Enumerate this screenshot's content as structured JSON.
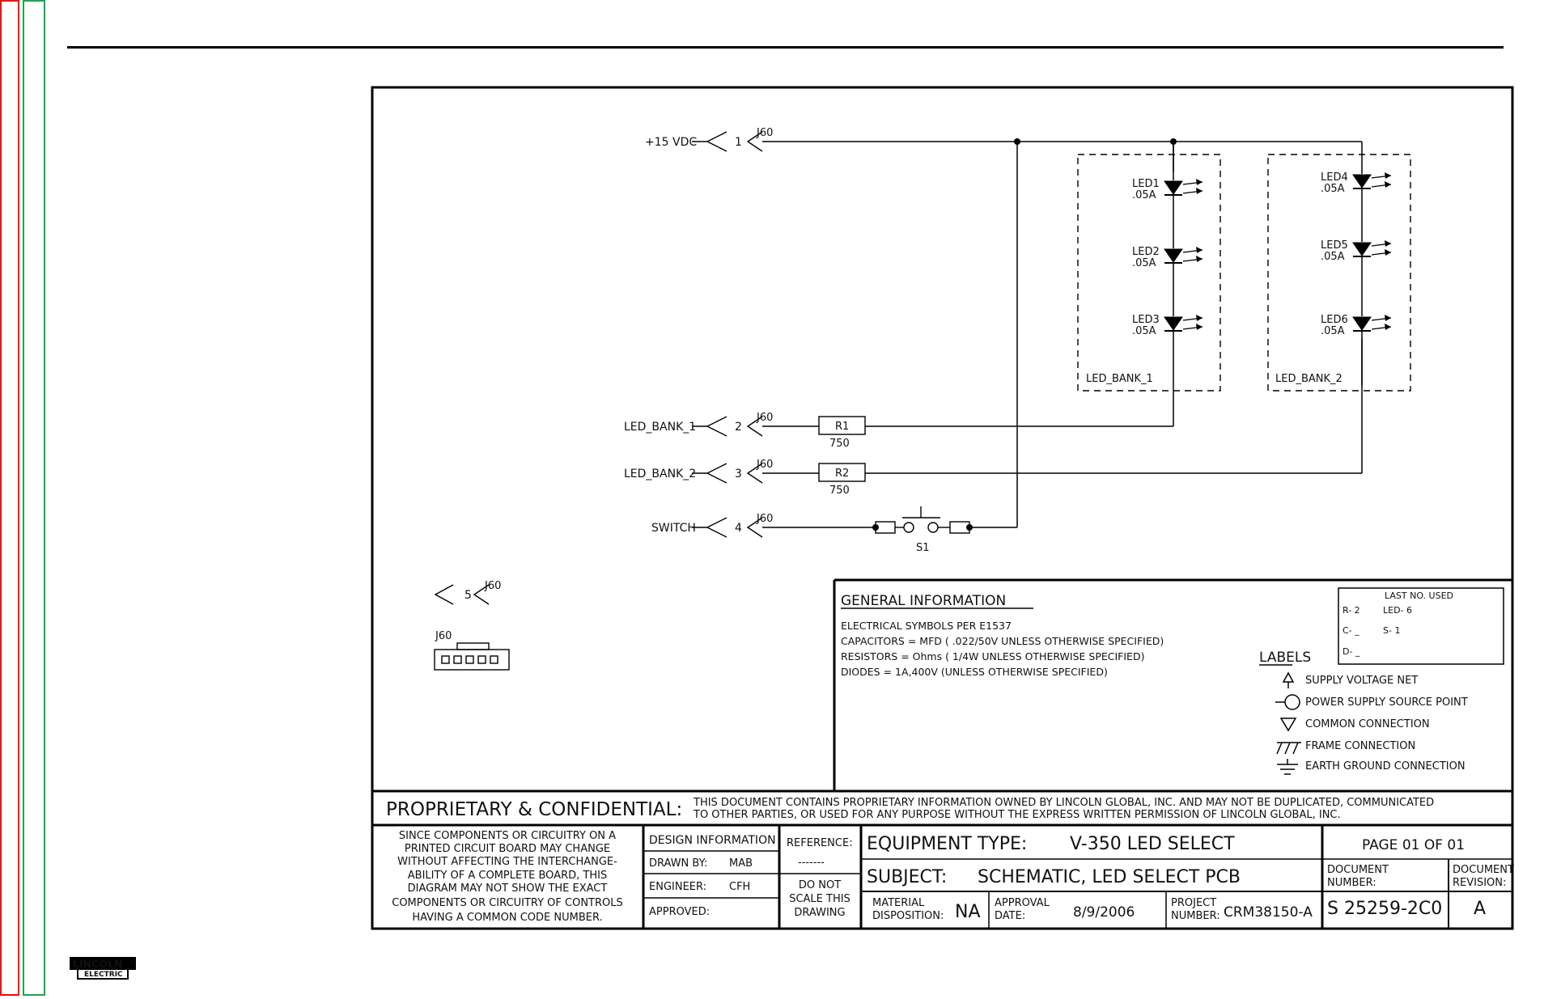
{
  "diagram": {
    "connector_name": "J60",
    "pins": [
      {
        "net": "+15 VDC",
        "pin": "1"
      },
      {
        "net": "LED_BANK_1",
        "pin": "2"
      },
      {
        "net": "LED_BANK_2",
        "pin": "3"
      },
      {
        "net": "SWITCH",
        "pin": "4"
      },
      {
        "net": "",
        "pin": "5"
      }
    ],
    "resistors": [
      {
        "ref": "R1",
        "value": "750"
      },
      {
        "ref": "R2",
        "value": "750"
      }
    ],
    "switch_ref": "S1",
    "leds": [
      {
        "ref": "LED1",
        "current": ".05A"
      },
      {
        "ref": "LED2",
        "current": ".05A"
      },
      {
        "ref": "LED3",
        "current": ".05A"
      },
      {
        "ref": "LED4",
        "current": ".05A"
      },
      {
        "ref": "LED5",
        "current": ".05A"
      },
      {
        "ref": "LED6",
        "current": ".05A"
      }
    ],
    "banks": [
      "LED_BANK_1",
      "LED_BANK_2"
    ],
    "connector_footprint_label": "J60"
  },
  "general_info": {
    "heading": "GENERAL INFORMATION",
    "lines": [
      "ELECTRICAL SYMBOLS PER E1537",
      "CAPACITORS =    MFD  ( .022/50V  UNLESS OTHERWISE SPECIFIED)",
      "RESISTORS = Ohms (   1/4W    UNLESS OTHERWISE SPECIFIED)",
      "DIODES =    1A,400V    (UNLESS OTHERWISE SPECIFIED)"
    ]
  },
  "last_no_used": {
    "heading": "LAST NO. USED",
    "entries": [
      "R- 2",
      "LED- 6",
      "C- _",
      "S- 1",
      "D- _"
    ]
  },
  "labels_legend": {
    "heading": "LABELS",
    "items": [
      {
        "icon": "supply-voltage-net-icon",
        "text": "SUPPLY  VOLTAGE NET"
      },
      {
        "icon": "power-supply-source-point-icon",
        "text": "POWER SUPPLY SOURCE POINT"
      },
      {
        "icon": "common-connection-icon",
        "text": "COMMON CONNECTION"
      },
      {
        "icon": "frame-connection-icon",
        "text": "FRAME CONNECTION"
      },
      {
        "icon": "earth-ground-icon",
        "text": "EARTH GROUND CONNECTION"
      }
    ]
  },
  "title_block": {
    "proprietary_title": "PROPRIETARY & CONFIDENTIAL:",
    "proprietary_line1": "THIS DOCUMENT CONTAINS PROPRIETARY INFORMATION OWNED BY LINCOLN GLOBAL, INC. AND MAY NOT BE DUPLICATED, COMMUNICATED",
    "proprietary_line2": "TO OTHER PARTIES, OR USED FOR ANY PURPOSE WITHOUT THE EXPRESS WRITTEN PERMISSION OF LINCOLN GLOBAL, INC.",
    "notice_lines": [
      "SINCE COMPONENTS OR CIRCUITRY ON A",
      "PRINTED CIRCUIT BOARD MAY CHANGE",
      "WITHOUT AFFECTING THE INTERCHANGE-",
      "ABILITY OF A COMPLETE BOARD, THIS",
      "DIAGRAM MAY NOT SHOW THE EXACT",
      "COMPONENTS OR CIRCUITRY OF CONTROLS",
      "HAVING A COMMON CODE NUMBER."
    ],
    "design_information": "DESIGN INFORMATION",
    "drawn_by_label": "DRAWN BY:",
    "drawn_by": "MAB",
    "engineer_label": "ENGINEER:",
    "engineer": "CFH",
    "approved_label": "APPROVED:",
    "reference_label": "REFERENCE:",
    "reference": "-------",
    "do_not_scale": [
      "DO NOT",
      "SCALE THIS",
      "DRAWING"
    ],
    "equipment_type_label": "EQUIPMENT TYPE:",
    "equipment_type": "V-350 LED SELECT",
    "subject_label": "SUBJECT:",
    "subject": "SCHEMATIC, LED SELECT PCB",
    "material_label": [
      "MATERIAL",
      "DISPOSITION:"
    ],
    "material": "NA",
    "approval_date_label": [
      "APPROVAL",
      "DATE:"
    ],
    "approval_date": "8/9/2006",
    "project_label": [
      "PROJECT",
      "NUMBER:"
    ],
    "project_number": "CRM38150-A",
    "page": "PAGE 01 OF 01",
    "doc_number_label": [
      "DOCUMENT",
      "NUMBER:"
    ],
    "doc_number": "S 25259-2C0",
    "doc_revision_label": [
      "DOCUMENT",
      "REVISION:"
    ],
    "doc_revision": "A"
  },
  "logo": {
    "line1": "LINCOLN",
    "line2": "ELECTRIC",
    "mark": "®"
  }
}
